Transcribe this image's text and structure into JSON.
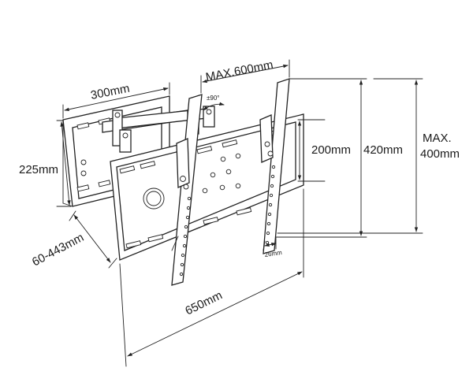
{
  "dimensions": {
    "arm_width": "300mm",
    "rotation": "±90°",
    "max_width": "MAX.600mm",
    "wall_plate_height": "225mm",
    "depth_range": "60-443mm",
    "total_width": "650mm",
    "bracket_spacing": "200mm",
    "bracket_height": "420mm",
    "max_height_line1": "MAX.",
    "max_height_line2": "400mm",
    "bar_width": "26mm"
  }
}
